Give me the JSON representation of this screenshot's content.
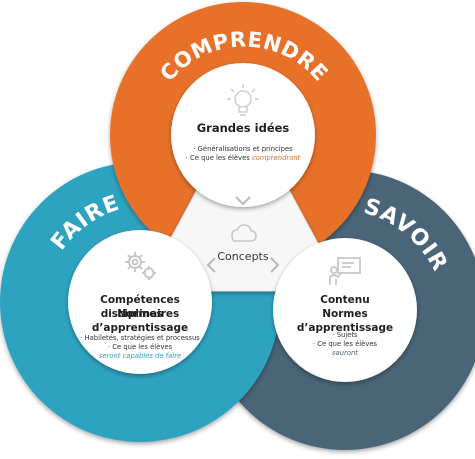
{
  "colors": {
    "comprendre": "#e8712a",
    "faire": "#2fa3bf",
    "savoir": "#4a6577",
    "center_fill": "#ffffff",
    "icon_gray": "#c8c8c8"
  },
  "rings": {
    "comprendre": {
      "label": "COMPRENDRE",
      "title": "Grandes idées",
      "bullet_1": "· Généralisations et principes",
      "bullet_2_prefix": "· Ce que les élèves ",
      "bullet_2_accent": "comprendront",
      "icon": "lightbulb-icon"
    },
    "faire": {
      "label": "FAIRE",
      "title_1": "Compétences disciplinaires",
      "title_2": "Normes d’apprentissage",
      "bullet_1": "· Habiletés, stratégies et processus",
      "bullet_2": "· Ce que les élèves",
      "bullet_3_accent": "seront capables de faire",
      "icon": "gears-icon"
    },
    "savoir": {
      "label": "SAVOIR",
      "title_1": "Contenu",
      "title_2": "Normes d’apprentissage",
      "bullet_1": "· Sujets",
      "bullet_2": "· Ce que les élèves",
      "bullet_3_accent": "sauront",
      "icon": "teacher-icon"
    }
  },
  "center": {
    "label": "Concepts",
    "icon": "cloud-icon"
  }
}
